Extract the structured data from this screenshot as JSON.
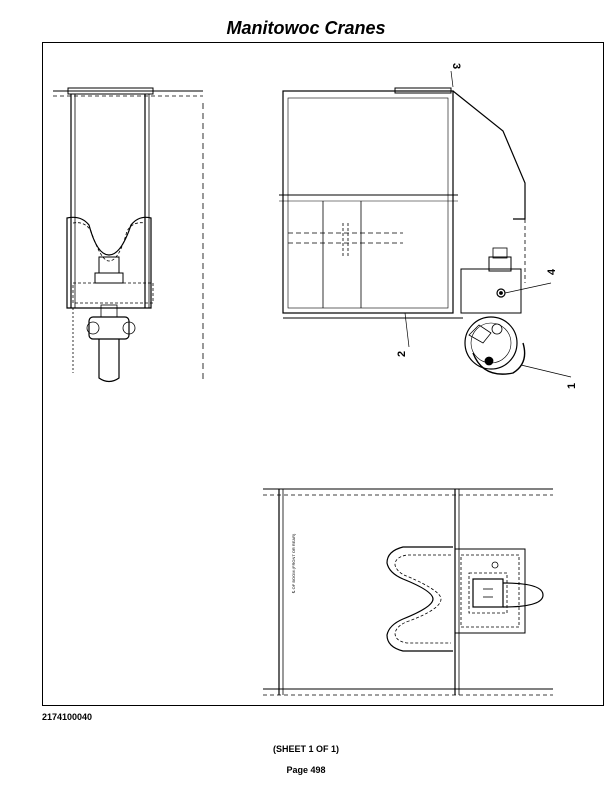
{
  "header": {
    "title": "Manitowoc Cranes"
  },
  "callouts": [
    {
      "id": "1",
      "label": "1"
    },
    {
      "id": "2",
      "label": "2"
    },
    {
      "id": "3",
      "label": "3"
    },
    {
      "id": "4",
      "label": "4"
    }
  ],
  "drawing": {
    "center_note": "℄ OF BOOM (FRONT OR REAR)"
  },
  "footer": {
    "drawing_number": "2174100040",
    "sheet": "(SHEET 1 OF 1)",
    "page": "Page 498"
  }
}
